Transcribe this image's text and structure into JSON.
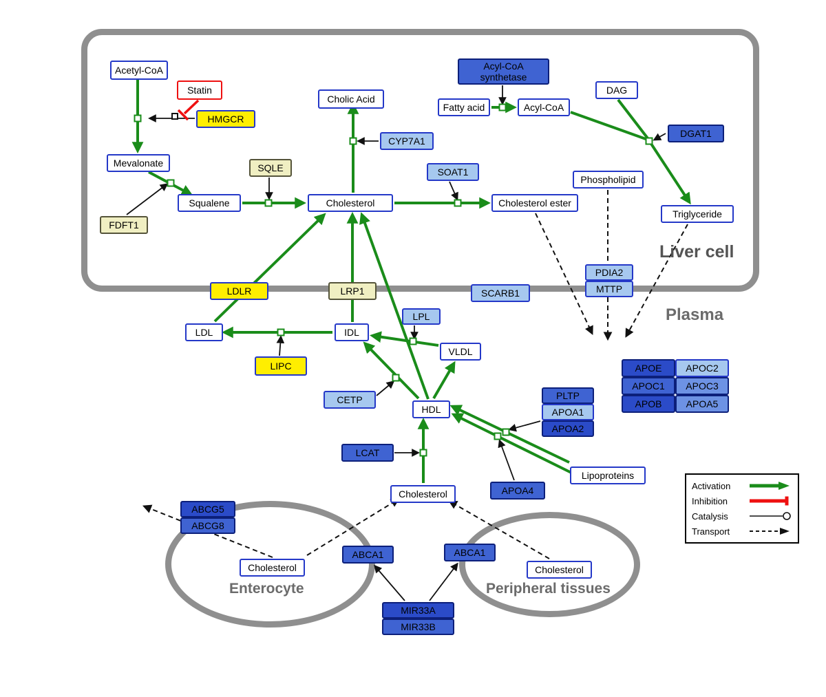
{
  "labels": {
    "liver": "Liver cell",
    "plasma": "Plasma",
    "enterocyte": "Enterocyte",
    "peripheral": "Peripheral tissues"
  },
  "nodes": {
    "acetyl_coa": {
      "label": "Acetyl-CoA"
    },
    "statin": {
      "label": "Statin"
    },
    "hmgcr": {
      "label": "HMGCR"
    },
    "mevalonate": {
      "label": "Mevalonate"
    },
    "fdft1": {
      "label": "FDFT1"
    },
    "squalene": {
      "label": "Squalene"
    },
    "sqle": {
      "label": "SQLE"
    },
    "cholic_acid": {
      "label": "Cholic Acid"
    },
    "cyp7a1": {
      "label": "CYP7A1"
    },
    "cholesterol_liver": {
      "label": "Cholesterol"
    },
    "soat1": {
      "label": "SOAT1"
    },
    "cholesterol_ester": {
      "label": "Cholesterol ester"
    },
    "acyl_coa_synthetase": {
      "label": "Acyl-CoA synthetase"
    },
    "fatty_acid": {
      "label": "Fatty acid"
    },
    "acyl_coa": {
      "label": "Acyl-CoA"
    },
    "dag": {
      "label": "DAG"
    },
    "dgat1": {
      "label": "DGAT1"
    },
    "phospholipid": {
      "label": "Phospholipid"
    },
    "triglyceride": {
      "label": "Triglyceride"
    },
    "pdia2": {
      "label": "PDIA2"
    },
    "mttp": {
      "label": "MTTP"
    },
    "ldlr": {
      "label": "LDLR"
    },
    "lrp1": {
      "label": "LRP1"
    },
    "scarb1": {
      "label": "SCARB1"
    },
    "ldl": {
      "label": "LDL"
    },
    "idl": {
      "label": "IDL"
    },
    "lpl": {
      "label": "LPL"
    },
    "vldl": {
      "label": "VLDL"
    },
    "lipc": {
      "label": "LIPC"
    },
    "cetp": {
      "label": "CETP"
    },
    "hdl": {
      "label": "HDL"
    },
    "pltp": {
      "label": "PLTP"
    },
    "apoa1": {
      "label": "APOA1"
    },
    "apoa2": {
      "label": "APOA2"
    },
    "apoe": {
      "label": "APOE"
    },
    "apoc2": {
      "label": "APOC2"
    },
    "apoc1": {
      "label": "APOC1"
    },
    "apoc3": {
      "label": "APOC3"
    },
    "apob": {
      "label": "APOB"
    },
    "apoa5": {
      "label": "APOA5"
    },
    "lcat": {
      "label": "LCAT"
    },
    "apoa4": {
      "label": "APOA4"
    },
    "lipoproteins": {
      "label": "Lipoproteins"
    },
    "cholesterol_plasma": {
      "label": "Cholesterol"
    },
    "abcg5": {
      "label": "ABCG5"
    },
    "abcg8": {
      "label": "ABCG8"
    },
    "cholesterol_enterocyte": {
      "label": "Cholesterol"
    },
    "abca1_enterocyte": {
      "label": "ABCA1"
    },
    "abca1_peripheral": {
      "label": "ABCA1"
    },
    "cholesterol_peripheral": {
      "label": "Cholesterol"
    },
    "mir33a": {
      "label": "MIR33A"
    },
    "mir33b": {
      "label": "MIR33B"
    }
  },
  "edges": [
    {
      "from": "acetyl_coa",
      "to": "mevalonate",
      "type": "activation",
      "catalyst": "hmgcr"
    },
    {
      "from": "statin",
      "to": "hmgcr",
      "type": "inhibition"
    },
    {
      "from": "mevalonate",
      "to": "squalene",
      "type": "activation",
      "catalyst": "fdft1"
    },
    {
      "from": "squalene",
      "to": "cholesterol_liver",
      "type": "activation",
      "catalyst": "sqle"
    },
    {
      "from": "cholesterol_liver",
      "to": "cholic_acid",
      "type": "activation",
      "catalyst": "cyp7a1"
    },
    {
      "from": "cholesterol_liver",
      "to": "cholesterol_ester",
      "type": "activation",
      "catalyst": "soat1"
    },
    {
      "from": "fatty_acid",
      "to": "acyl_coa",
      "type": "activation",
      "catalyst": "acyl_coa_synthetase"
    },
    {
      "from": "acyl_coa",
      "to": "triglyceride",
      "type": "activation",
      "catalyst": "dgat1"
    },
    {
      "from": "dag",
      "to": "triglyceride",
      "type": "activation",
      "catalyst": "dgat1"
    },
    {
      "from": "idl",
      "to": "ldl",
      "type": "activation",
      "catalyst": "lipc"
    },
    {
      "from": "vldl",
      "to": "idl",
      "type": "activation",
      "catalyst": "lpl"
    },
    {
      "from": "ldl",
      "to": "cholesterol_liver",
      "type": "activation",
      "via": "ldlr"
    },
    {
      "from": "idl",
      "to": "cholesterol_liver",
      "type": "activation",
      "via": "lrp1"
    },
    {
      "from": "hdl",
      "to": "cholesterol_liver",
      "type": "activation",
      "via": "scarb1"
    },
    {
      "from": "hdl",
      "to": "idl",
      "type": "activation",
      "catalyst": "cetp"
    },
    {
      "from": "hdl",
      "to": "vldl",
      "type": "activation"
    },
    {
      "from": "cholesterol_plasma",
      "to": "hdl",
      "type": "activation",
      "catalyst": "lcat"
    },
    {
      "from": "lipoproteins",
      "to": "hdl",
      "type": "activation",
      "catalyst": "apoa1_apoa2"
    },
    {
      "from": "lipoproteins",
      "to": "hdl",
      "type": "activation",
      "catalyst": "apoa4"
    },
    {
      "from": "cholesterol_ester",
      "to": "plasma",
      "type": "transport"
    },
    {
      "from": "phospholipid",
      "to": "plasma",
      "type": "transport",
      "via": "pdia2_mttp"
    },
    {
      "from": "triglyceride",
      "to": "plasma",
      "type": "transport",
      "via": "pdia2_mttp"
    },
    {
      "from": "cholesterol_enterocyte",
      "to": "outside_enterocyte",
      "type": "transport",
      "via": "abcg5_abcg8"
    },
    {
      "from": "cholesterol_enterocyte",
      "to": "cholesterol_plasma",
      "type": "transport",
      "via": "abca1_enterocyte"
    },
    {
      "from": "cholesterol_peripheral",
      "to": "cholesterol_plasma",
      "type": "transport",
      "via": "abca1_peripheral"
    },
    {
      "from": "mir33a_mir33b",
      "to": "abca1_enterocyte",
      "type": "catalysis"
    },
    {
      "from": "mir33a_mir33b",
      "to": "abca1_peripheral",
      "type": "catalysis"
    }
  ],
  "legend": {
    "activation": "Activation",
    "inhibition": "Inhibition",
    "catalysis": "Catalysis",
    "transport": "Transport"
  },
  "colors": {
    "activation": "#1a8c1a",
    "inhibition": "#ee1010",
    "catalysis": "#111111",
    "transport": "#111111",
    "membrane": "#8f8f8f",
    "node_border": "#2438c8",
    "gene_dark_border": "#0c1f7a",
    "yellow": "#ffee00",
    "khaki": "#f0efc2",
    "light_blue": "#a6c8ef",
    "mid_blue": "#6d92e4",
    "blue": "#3f63d2",
    "dark_blue": "#2b4bc8",
    "label_gray": "#6b6b6b"
  }
}
